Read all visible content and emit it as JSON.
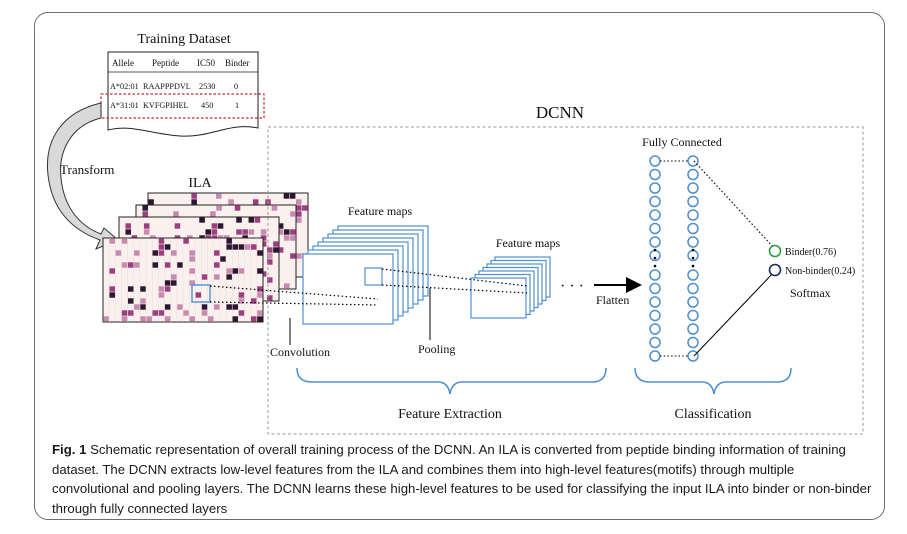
{
  "dataset": {
    "title": "Training Dataset",
    "headers": [
      "Allele",
      "Peptide",
      "IC50",
      "Binder"
    ],
    "rows": [
      [
        "A*02:01",
        "RAAPPPDVL",
        "2530",
        "0"
      ],
      [
        "A*31:01",
        "KVFGPIHEL",
        "450",
        "1"
      ]
    ]
  },
  "labels": {
    "transform": "Transform",
    "ila": "ILA",
    "dcnn": "DCNN",
    "feature_maps_1": "Feature maps",
    "feature_maps_2": "Feature maps",
    "convolution": "Convolution",
    "pooling": "Pooling",
    "ellipsis": "· · ·",
    "flatten": "Flatten",
    "fully_connected": "Fully Connected",
    "binder": "Binder(0.76)",
    "non_binder": "Non-binder(0.24)",
    "softmax": "Softmax",
    "feature_extraction": "Feature Extraction",
    "classification": "Classification"
  },
  "caption": {
    "figure_label": "Fig. 1",
    "text": "Schematic representation of overall training process of the DCNN. An ILA is converted from peptide binding information of training dataset. The DCNN extracts low-level features from the ILA and combines them into high-level features(motifs) through multiple convolutional and pooling layers. The DCNN learns these high-level features to be used for classifying the input ILA into binder or non-binder through fully connected layers"
  },
  "colors": {
    "blue": "#4f8fd0",
    "highlight_red": "#c62828",
    "binder_green": "#2e9c3f",
    "nonbinder_navy": "#1c2a5a",
    "ila_light": "#c78bb0",
    "ila_mid": "#9c3f7f",
    "ila_dark": "#2d1630"
  }
}
